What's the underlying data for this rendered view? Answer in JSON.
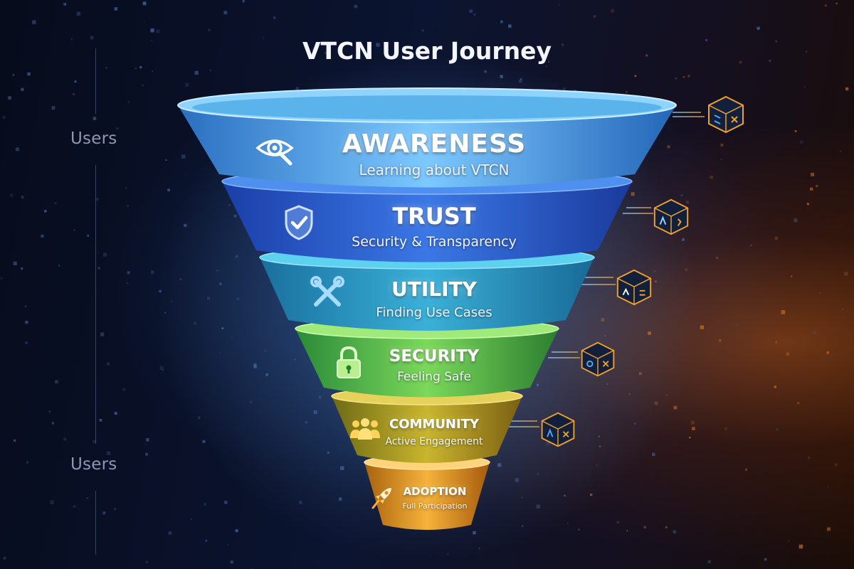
{
  "title": "VTCN User Journey",
  "side_labels": {
    "top": "Users",
    "bottom": "Users"
  },
  "stages": [
    {
      "title": "AWARENESS",
      "subtitle": "Learning about VTCN",
      "icon": "eye-magnifier-icon",
      "color": "#5fb2ee"
    },
    {
      "title": "TRUST",
      "subtitle": "Security & Transparency",
      "icon": "shield-check-icon",
      "color": "#2f66d6"
    },
    {
      "title": "UTILITY",
      "subtitle": "Finding Use Cases",
      "icon": "tools-icon",
      "color": "#2a98c6"
    },
    {
      "title": "SECURITY",
      "subtitle": "Feeling Safe",
      "icon": "lock-icon",
      "color": "#58c64a"
    },
    {
      "title": "COMMUNITY",
      "subtitle": "Active Engagement",
      "icon": "people-icon",
      "color": "#b6a025"
    },
    {
      "title": "ADOPTION",
      "subtitle": "Full Participation",
      "icon": "rocket-icon",
      "color": "#e89a22"
    }
  ],
  "cube_icons": [
    "blockchain-cube-icon",
    "blockchain-cube-icon",
    "blockchain-cube-icon",
    "blockchain-cube-icon",
    "blockchain-cube-icon"
  ],
  "colors": {
    "background": "#0b1430",
    "accent_orange": "#f0a030",
    "accent_blue": "#4ea8ff"
  }
}
